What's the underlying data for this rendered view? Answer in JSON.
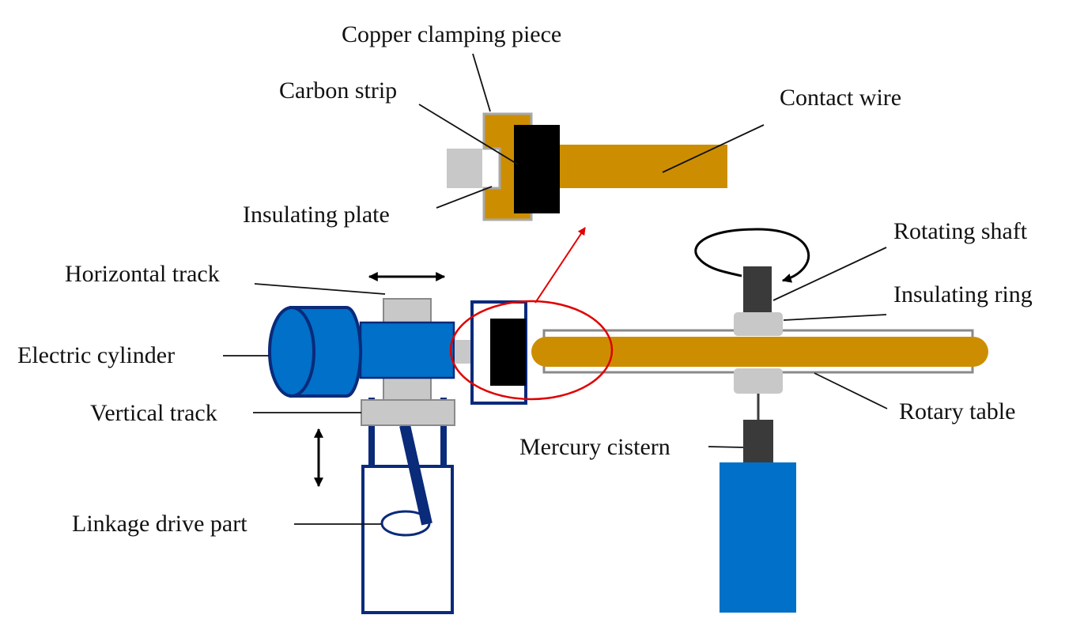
{
  "labels": {
    "copper_clamping_piece": "Copper clamping piece",
    "carbon_strip": "Carbon strip",
    "contact_wire": "Contact wire",
    "insulating_plate": "Insulating plate",
    "rotating_shaft": "Rotating shaft",
    "horizontal_track": "Horizontal track",
    "insulating_ring": "Insulating ring",
    "electric_cylinder": "Electric cylinder",
    "vertical_track": "Vertical track",
    "rotary_table": "Rotary table",
    "mercury_cistern": "Mercury cistern",
    "linkage_drive_part": "Linkage drive part"
  },
  "colors": {
    "copper": "#CC8E00",
    "carbon": "#000000",
    "insulator": "#C8C8C8",
    "cylinder_blue": "#0070C8",
    "frame_navy": "#0A2A7A",
    "shaft_dark": "#3A3A3A",
    "highlight_red": "#E00000",
    "arrow_black": "#000000"
  }
}
